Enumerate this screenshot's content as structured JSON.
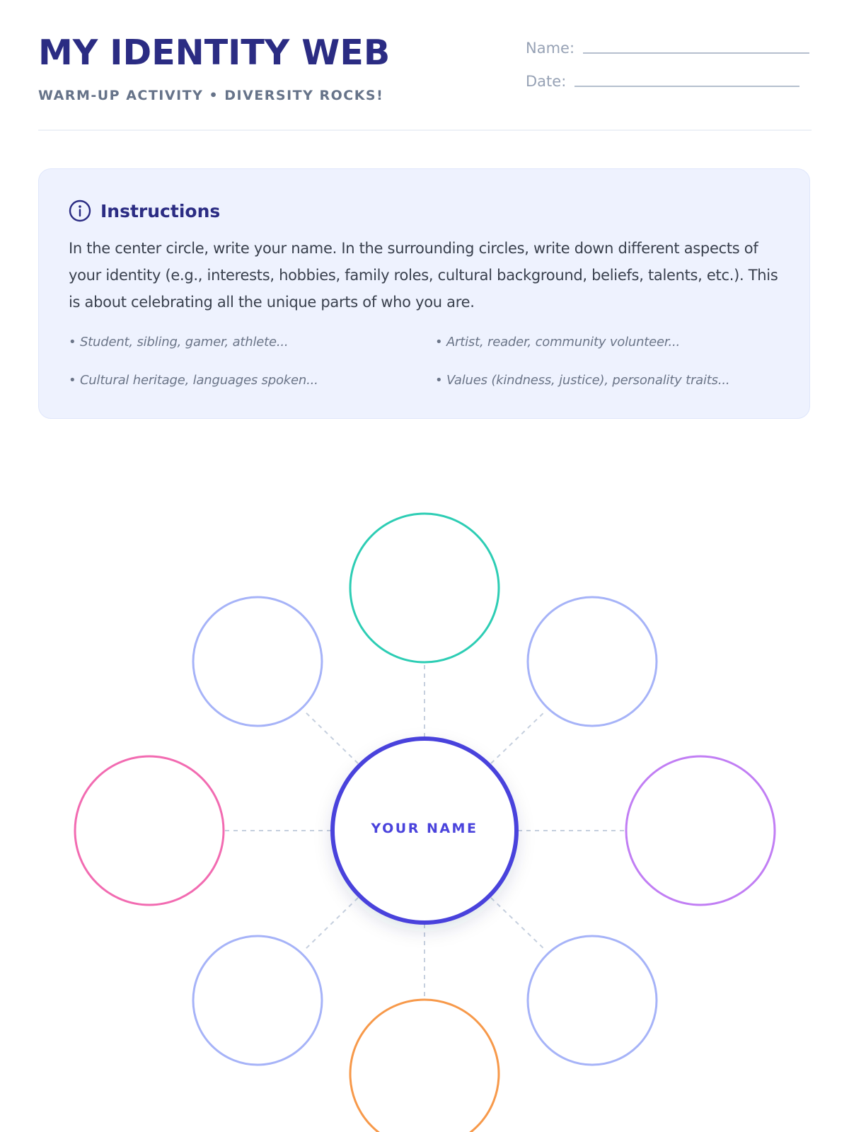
{
  "header": {
    "title": "MY IDENTITY WEB",
    "subtitle": "WARM-UP ACTIVITY • DIVERSITY ROCKS!",
    "name_label": "Name:",
    "date_label": "Date:"
  },
  "instructions": {
    "icon": "info-icon",
    "title": "Instructions",
    "body": "In the center circle, write your name. In the surrounding circles, write down different aspects of your identity (e.g., interests, hobbies, family roles, cultural background, beliefs, talents, etc.). This is about celebrating all the unique parts of who you are.",
    "hints": [
      "• Student, sibling, gamer, athlete...",
      "• Artist, reader, community volunteer...",
      "• Cultural heritage, languages spoken...",
      "• Values (kindness, justice), personality traits..."
    ]
  },
  "web": {
    "center_label": "YOUR NAME",
    "colors": {
      "center": "#4a43dc",
      "top": "#2dcdb4",
      "bottom": "#f7994a",
      "left": "#f26bb1",
      "right": "#c17ef4",
      "diagonal": "#a6b3f8",
      "connector": "#c5cfde",
      "title": "#2b2c83",
      "panel": "#eef2fe"
    }
  }
}
